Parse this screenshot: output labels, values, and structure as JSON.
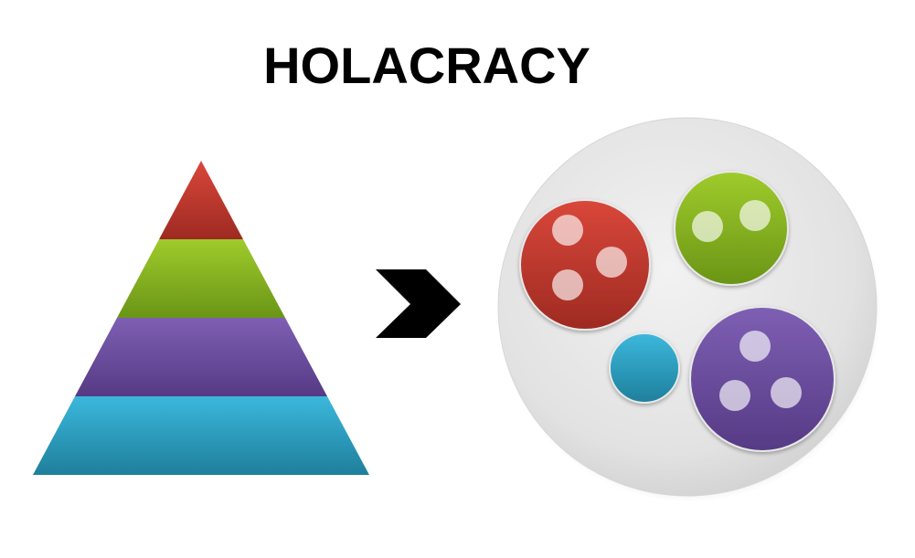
{
  "title": "HOLACRACY",
  "colors": {
    "red": "#c0392b",
    "green": "#8cbf1f",
    "purple": "#6f4fa3",
    "blue": "#2fa7cc",
    "arrow": "#000000",
    "container": "#e6e6e6"
  },
  "pyramid": {
    "layers_top_to_bottom": [
      "red",
      "green",
      "purple",
      "blue"
    ]
  },
  "holarchy": {
    "circles": [
      {
        "color": "red",
        "member_dots": 3
      },
      {
        "color": "green",
        "member_dots": 2
      },
      {
        "color": "blue",
        "member_dots": 0
      },
      {
        "color": "purple",
        "member_dots": 3
      }
    ]
  }
}
